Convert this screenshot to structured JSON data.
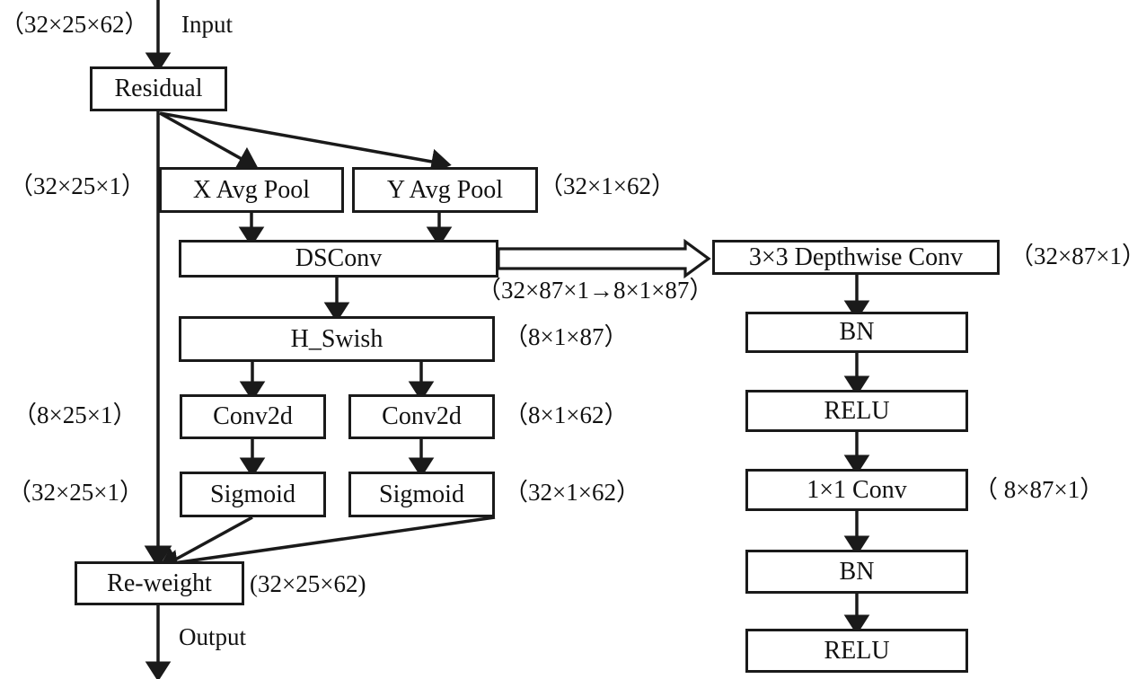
{
  "diagram": {
    "title": "Coordinate attention module with depthwise separable convolution branch",
    "line_color": "#1a1a1a",
    "background": "#ffffff",
    "nodes": {
      "residual": {
        "label": "Residual"
      },
      "x_avg_pool": {
        "label": "X Avg Pool"
      },
      "y_avg_pool": {
        "label": "Y Avg Pool"
      },
      "dsconv": {
        "label": "DSConv"
      },
      "h_swish": {
        "label": "H_Swish"
      },
      "conv2d_left": {
        "label": "Conv2d"
      },
      "conv2d_right": {
        "label": "Conv2d"
      },
      "sigmoid_left": {
        "label": "Sigmoid"
      },
      "sigmoid_right": {
        "label": "Sigmoid"
      },
      "re_weight": {
        "label": "Re-weight"
      },
      "depthwise_conv": {
        "label": "3×3 Depthwise Conv"
      },
      "bn_1": {
        "label": "BN"
      },
      "relu_1": {
        "label": "RELU"
      },
      "conv_1x1": {
        "label": "1×1 Conv"
      },
      "bn_2": {
        "label": "BN"
      },
      "relu_2": {
        "label": "RELU"
      }
    },
    "flow_labels": {
      "input": "Input",
      "output": "Output"
    },
    "tensor_shapes": {
      "input": "（32×25×62）",
      "x_avg_pool_out": "（32×25×1）",
      "y_avg_pool_out": "（32×1×62）",
      "dsconv_transfer": "（32×87×1→8×1×87）",
      "depthwise_out": "（32×87×1）",
      "h_swish_out": "（8×1×87）",
      "conv2d_left_out": "（8×25×1）",
      "conv2d_right_out": "（8×1×62）",
      "sigmoid_left_out": "（32×25×1）",
      "sigmoid_right_out": "（32×1×62）",
      "conv_1x1_out": "（ 8×87×1）",
      "re_weight_out": "(32×25×62)"
    }
  }
}
